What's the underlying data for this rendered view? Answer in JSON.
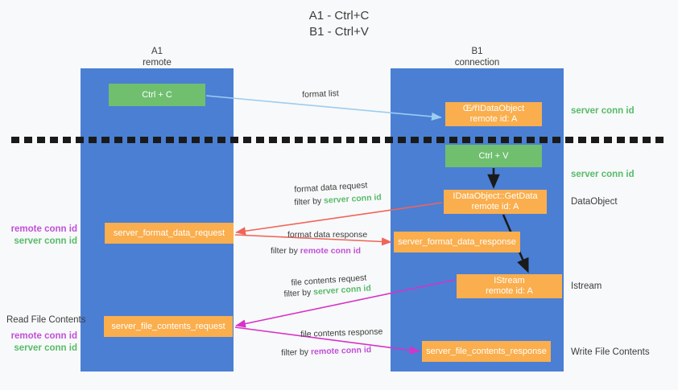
{
  "title": "A1 - Ctrl+C\nB1 - Ctrl+V",
  "columns": {
    "left": {
      "name": "A1",
      "role": "remote",
      "header": "A1\nremote"
    },
    "right": {
      "name": "B1",
      "role": "connection",
      "header": "B1\nconnection"
    }
  },
  "nodes": {
    "ctrl_c": "Ctrl + C",
    "clipboard": "Œ⁄⁄ŕIDataObject\nremote id: A",
    "ctrl_v": "Ctrl + V",
    "getdata": "IDataObject::GetData\nremote id: A",
    "server_format_data_request": "server_format_data_request",
    "server_format_data_response": "server_format_data_response",
    "istream": "IStream\nremote id: A",
    "server_file_contents_request": "server_file_contents_request",
    "server_file_contents_response": "server_file_contents_response"
  },
  "side_labels": {
    "server_conn_id_top": "server conn id",
    "server_conn_id_mid": "server conn id",
    "data_object": "DataObject",
    "istream": "Istream",
    "write_file_contents": "Write File Contents",
    "read_file_contents": "Read File Contents",
    "remote_conn_id": "remote conn id",
    "server_conn_id": "server conn id"
  },
  "edges": {
    "format_list": "format list",
    "format_data_request": "format data request",
    "format_data_request_filter_prefix": "filter by ",
    "format_data_request_filter_key": "server conn id",
    "format_data_response": "format data response",
    "format_data_response_filter_prefix": "filter by ",
    "format_data_response_filter_key": "remote conn id",
    "file_contents_request": "file contents request",
    "file_contents_request_filter_prefix": "filter by ",
    "file_contents_request_filter_key": "server conn id",
    "file_contents_response": "file contents response",
    "file_contents_response_filter_prefix": "filter by ",
    "file_contents_response_filter_key": "remote conn id"
  },
  "colors": {
    "lane": "#4a7fd4",
    "green_node": "#6fbf6f",
    "orange_node": "#faae4d",
    "server_conn_id": "#57bb6a",
    "remote_conn_id": "#c050d8",
    "arrow_light_blue": "#9ccdf0",
    "arrow_red": "#f0645a",
    "arrow_magenta": "#d633c8",
    "arrow_black": "#1a1a1a",
    "divider": "#1a1a1a",
    "background": "#f8f9fa"
  }
}
